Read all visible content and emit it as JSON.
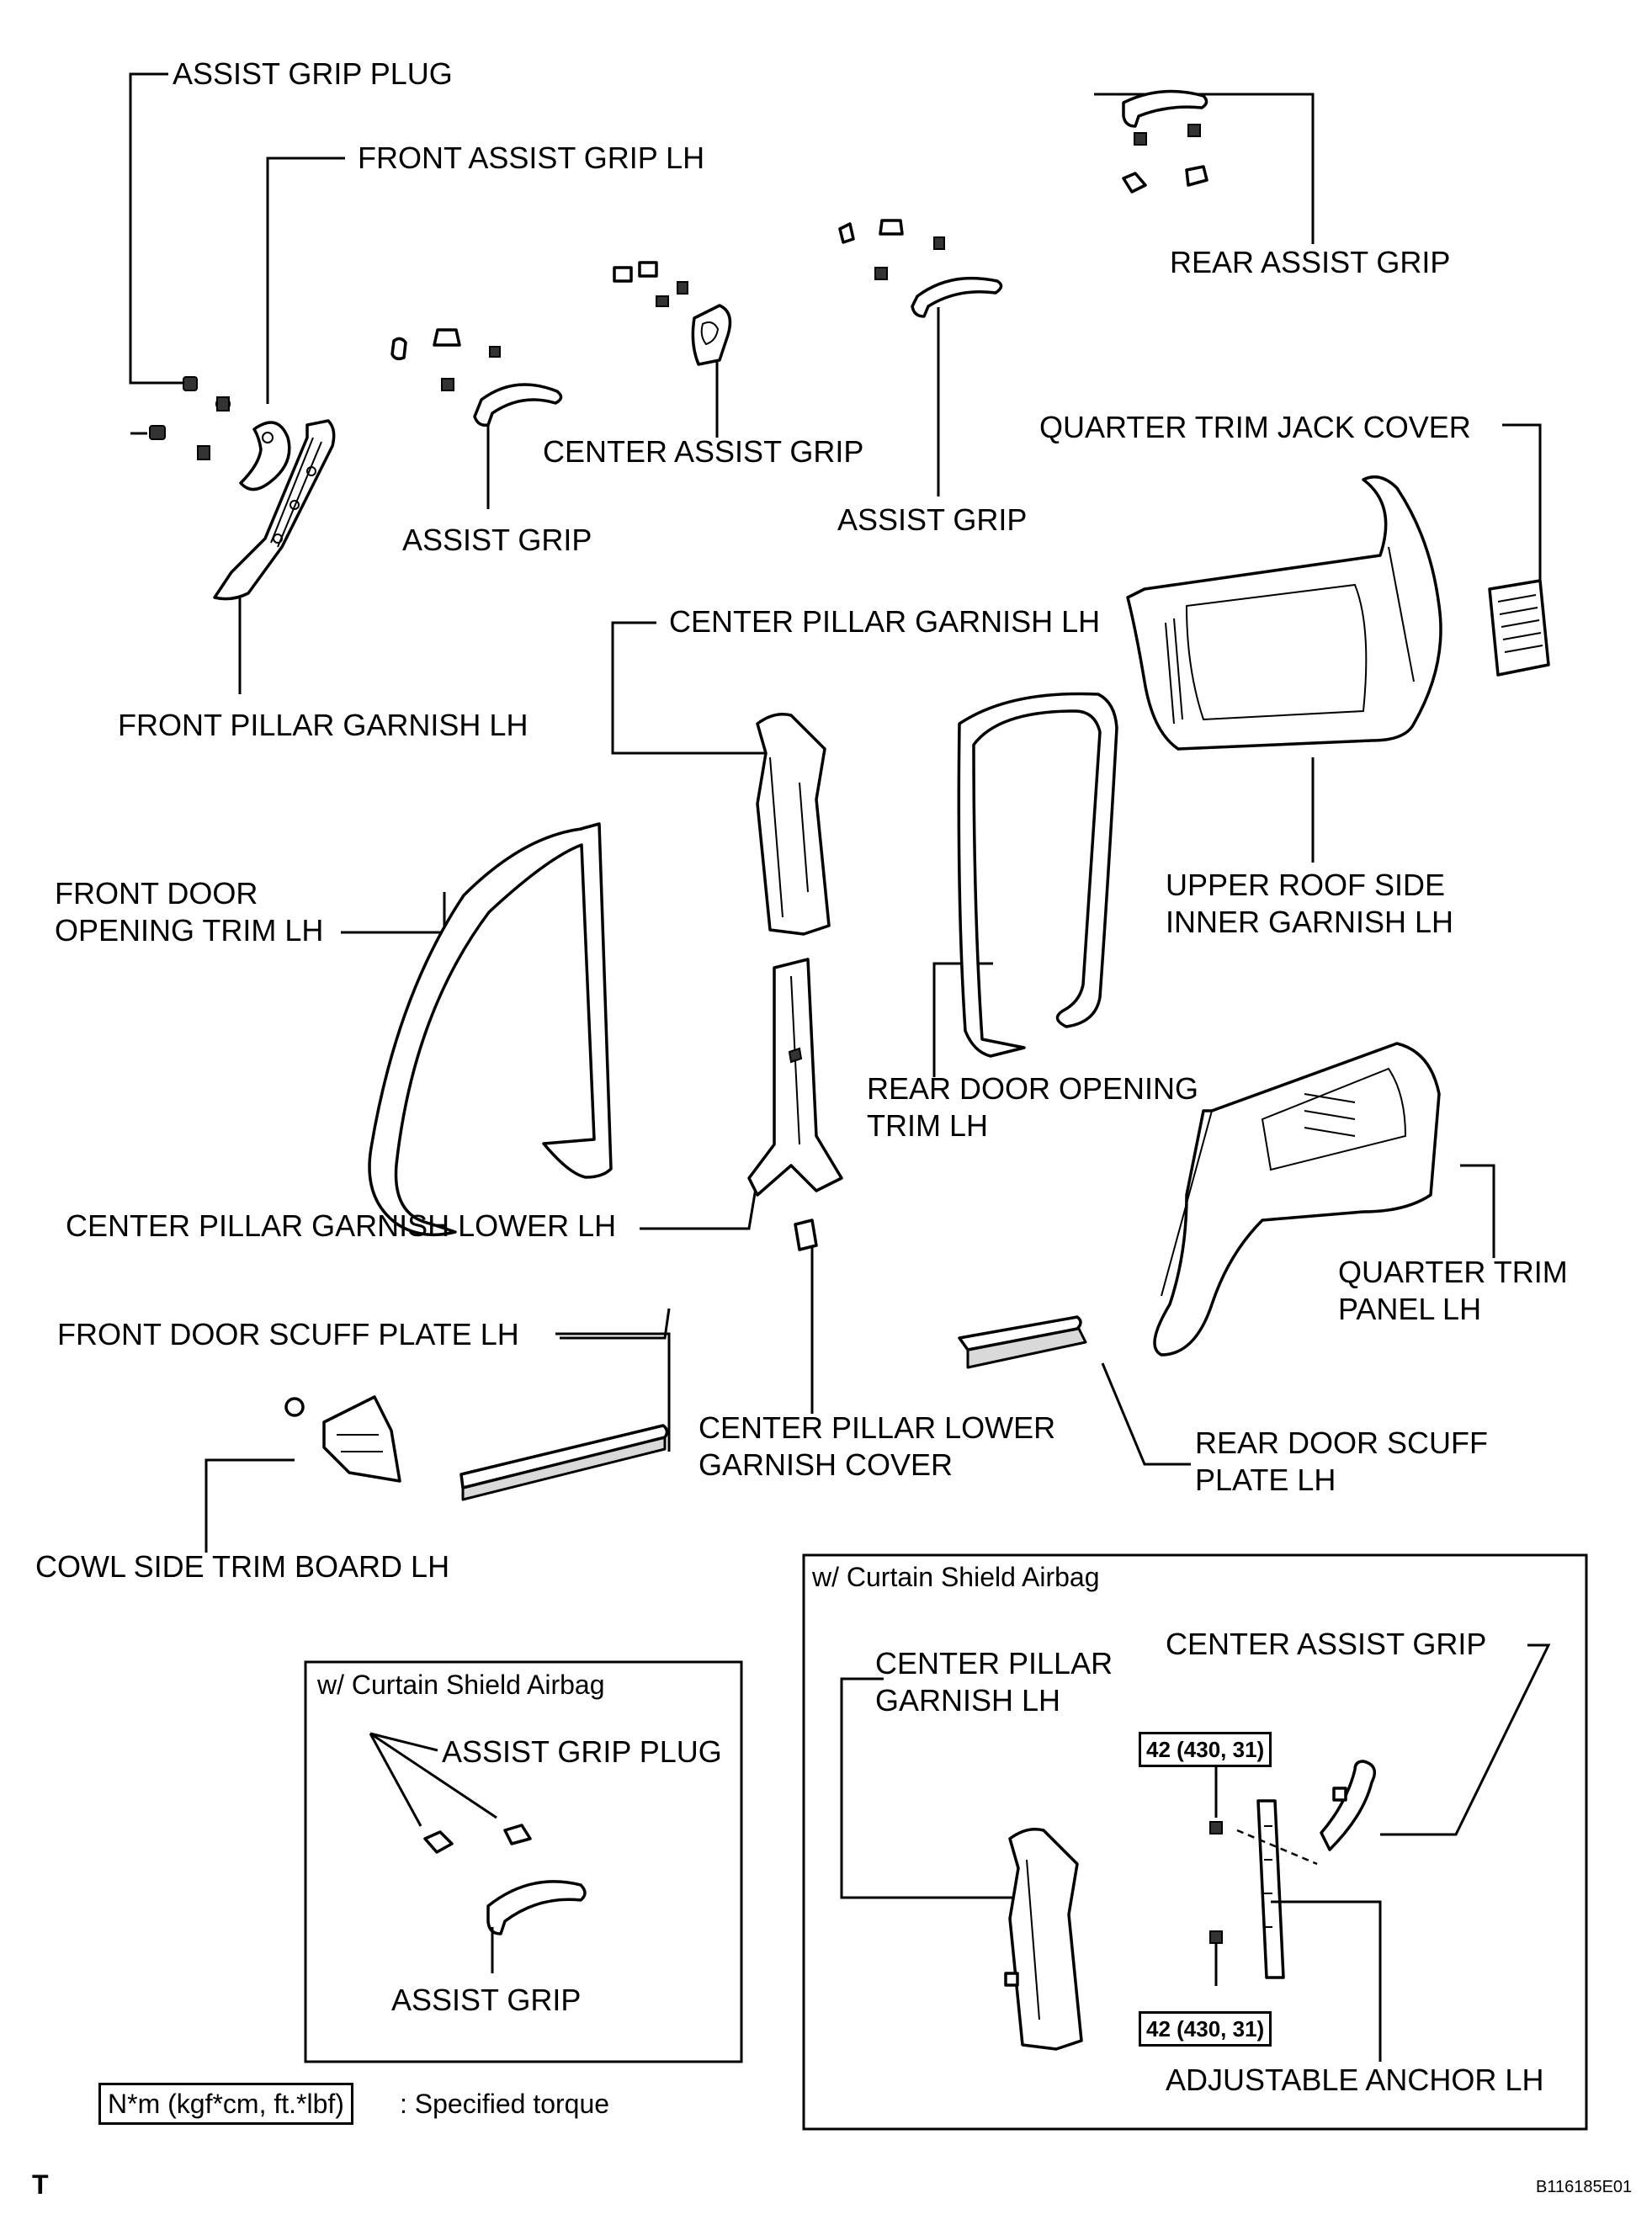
{
  "labels": {
    "assist_grip_plug": "ASSIST GRIP PLUG",
    "front_assist_grip_lh": "FRONT ASSIST GRIP LH",
    "rear_assist_grip": "REAR ASSIST GRIP",
    "quarter_trim_jack_cover": "QUARTER TRIM JACK COVER",
    "center_assist_grip": "CENTER ASSIST GRIP",
    "assist_grip_1": "ASSIST GRIP",
    "assist_grip_2": "ASSIST GRIP",
    "front_pillar_garnish_lh": "FRONT PILLAR GARNISH LH",
    "center_pillar_garnish_lh": "CENTER PILLAR GARNISH LH",
    "front_door_opening_trim_lh": [
      "FRONT DOOR",
      "OPENING TRIM LH"
    ],
    "upper_roof_side_inner_garnish_lh": [
      "UPPER ROOF SIDE",
      "INNER GARNISH LH"
    ],
    "rear_door_opening_trim_lh": [
      "REAR DOOR OPENING",
      "TRIM LH"
    ],
    "center_pillar_garnish_lower_lh": "CENTER PILLAR GARNISH LOWER LH",
    "quarter_trim_panel_lh": [
      "QUARTER TRIM",
      "PANEL LH"
    ],
    "front_door_scuff_plate_lh": "FRONT DOOR SCUFF PLATE LH",
    "center_pillar_lower_garnish_cover": [
      "CENTER PILLAR LOWER",
      "GARNISH COVER"
    ],
    "rear_door_scuff_plate_lh": [
      "REAR DOOR SCUFF",
      "PLATE LH"
    ],
    "cowl_side_trim_board_lh": "COWL SIDE TRIM BOARD LH"
  },
  "inset_left": {
    "title": "w/ Curtain Shield Airbag",
    "assist_grip_plug": "ASSIST GRIP PLUG",
    "assist_grip": "ASSIST GRIP"
  },
  "inset_right": {
    "title": "w/ Curtain Shield Airbag",
    "center_pillar_garnish_lh": [
      "CENTER PILLAR",
      "GARNISH LH"
    ],
    "center_assist_grip": "CENTER ASSIST GRIP",
    "torque_upper": "42 (430, 31)",
    "torque_lower": "42 (430, 31)",
    "adjustable_anchor_lh": "ADJUSTABLE ANCHOR LH"
  },
  "legend": {
    "box_text": "N*m (kgf*cm, ft.*lbf)",
    "desc": ": Specified torque"
  },
  "corner_mark": "T",
  "figure_id": "B116185E01"
}
